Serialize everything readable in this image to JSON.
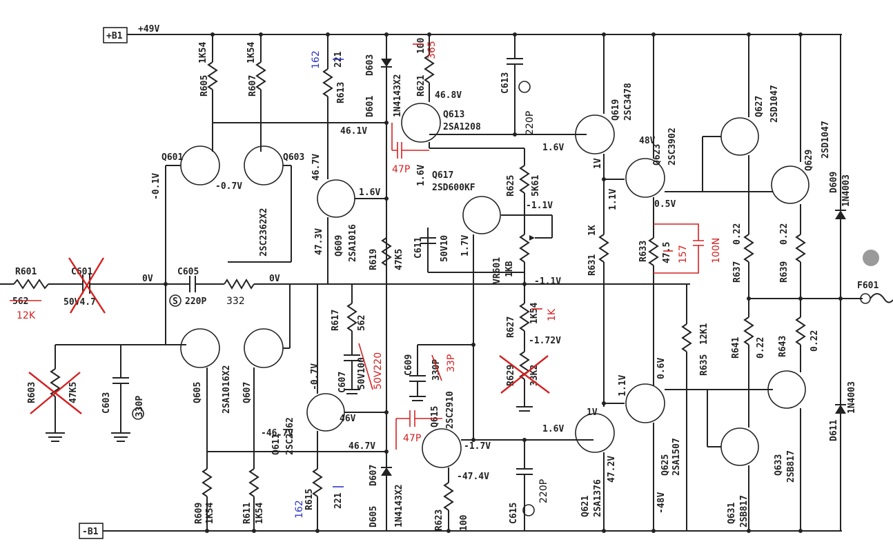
{
  "rails": {
    "pos_supply": "+B1",
    "pos_voltage": "+49V",
    "neg_supply": "-B1"
  },
  "components": {
    "R601": {
      "ref": "R601",
      "old": "562",
      "new": "12K"
    },
    "C601": {
      "ref": "C601",
      "value": "50V4.7"
    },
    "C605": {
      "ref": "C605",
      "value": "220P",
      "added": "332"
    },
    "R603": {
      "ref": "R603",
      "value": "47K5"
    },
    "C603": {
      "ref": "C603",
      "value": "330P"
    },
    "R605": {
      "ref": "R605",
      "value": "1K54"
    },
    "R607": {
      "ref": "R607",
      "value": "1K54"
    },
    "R609": {
      "ref": "R609",
      "value": "1K54"
    },
    "R611": {
      "ref": "R611",
      "value": "1K54"
    },
    "Q601": {
      "ref": "Q601"
    },
    "Q603": {
      "ref": "Q603",
      "type": "2SC2362X2"
    },
    "Q605": {
      "ref": "Q605"
    },
    "Q607": {
      "ref": "Q607",
      "type": "2SA1016X2"
    },
    "R613": {
      "ref": "R613",
      "old": "221",
      "new": "162"
    },
    "R615": {
      "ref": "R615",
      "old": "221",
      "new": "162"
    },
    "Q609": {
      "ref": "Q609",
      "type": "2SA1016"
    },
    "Q611": {
      "ref": "Q611",
      "type": "2SC2362"
    },
    "R617": {
      "ref": "R617",
      "value": "562"
    },
    "C607": {
      "ref": "C607",
      "old": "50V100",
      "new": "50V220"
    },
    "R619": {
      "ref": "R619",
      "value": "47K5"
    },
    "D603": {
      "ref": "D603"
    },
    "D601": {
      "ref": "D601",
      "type": "1N4143X2"
    },
    "D607": {
      "ref": "D607"
    },
    "D605": {
      "ref": "D605",
      "type": "1N4143X2"
    },
    "R621": {
      "ref": "R621",
      "old": "100",
      "new": "365"
    },
    "Q613": {
      "ref": "Q613",
      "type": "2SA1208"
    },
    "Q615": {
      "ref": "Q615",
      "type": "2SC2910"
    },
    "C611": {
      "ref": "C611",
      "value": "50V10"
    },
    "Q617": {
      "ref": "Q617",
      "type": "2SD600KF"
    },
    "R625": {
      "ref": "R625",
      "value": "5K61"
    },
    "VR601": {
      "ref": "VR601",
      "value": "1KB"
    },
    "R627": {
      "ref": "R627",
      "old": "1K54",
      "new": "1K"
    },
    "R629": {
      "ref": "R629",
      "value": "33K2"
    },
    "C609": {
      "ref": "C609",
      "old": "330P",
      "new": "33P"
    },
    "R623": {
      "ref": "R623",
      "value": "100"
    },
    "C613": {
      "ref": "C613",
      "value": "220P"
    },
    "C615": {
      "ref": "C615",
      "value": "220P"
    },
    "Q619": {
      "ref": "Q619",
      "type": "2SC3478"
    },
    "Q621": {
      "ref": "Q621",
      "type": "2SA1376"
    },
    "Q623": {
      "ref": "Q623",
      "type": "2SC3902"
    },
    "Q625": {
      "ref": "Q625",
      "type": "2SA1507"
    },
    "Q627": {
      "ref": "Q627",
      "type": "2SD1047"
    },
    "Q629": {
      "ref": "Q629",
      "type": "2SD1047"
    },
    "Q631": {
      "ref": "Q631",
      "type": "2SB817"
    },
    "Q633": {
      "ref": "Q633",
      "type": "2SB817"
    },
    "R631": {
      "ref": "R631",
      "value": "1K"
    },
    "R633": {
      "ref": "R633",
      "old": "47.5",
      "new": "157",
      "added": "100N"
    },
    "R635": {
      "ref": "R635",
      "value": "12K1"
    },
    "R637": {
      "ref": "R637",
      "value": "0.22"
    },
    "R639": {
      "ref": "R639",
      "value": "0.22"
    },
    "R641": {
      "ref": "R641",
      "value": "0.22"
    },
    "R643": {
      "ref": "R643",
      "value": "0.22"
    },
    "D609": {
      "ref": "D609",
      "type": "1N4003"
    },
    "D611": {
      "ref": "D611",
      "type": "1N4003"
    },
    "F601": {
      "ref": "F601"
    }
  },
  "voltages": {
    "v_q601_b": "-0.1V",
    "v_q601_e": "-0.7V",
    "v_in": "0V",
    "v_in2": "0V",
    "v_q609_e": "46.7V",
    "v_q609_c": "47.3V",
    "v_q609_b": "1.6V",
    "v_q613_b": "46.1V",
    "v_q613_e": "46.8V",
    "v_q617_c": "1.6V",
    "v_q617_e": "1.7V",
    "v_q619_b": "1.6V",
    "v_q619_e": "1V",
    "v_q623_b": "1.1V",
    "v_q623_c": "48V",
    "v_q623_e": "0.5V",
    "v_r625_b": "-1.1V",
    "v_vr601": "-1.1V",
    "v_r627": "-1.72V",
    "v_q611_e": "-0.7V",
    "v_q611_c": "-46.7V",
    "v_q611_b": "46V",
    "v_q615_b": "46.7V",
    "v_q615_c": "-1.7V",
    "v_q615_e": "-47.4V",
    "v_q621_b": "1.6V",
    "v_q621_e": "1V",
    "v_q621_c": "47.2V",
    "v_q625_b": "1.1V",
    "v_q625_c": "0.6V",
    "v_q625_e": "-48V"
  },
  "added_parts": {
    "cap_47p_top": "47P",
    "cap_47p_bot": "47P"
  },
  "colors": {
    "modification": "#d42020",
    "alt_value": "#2b35c8",
    "ink": "#222222"
  }
}
